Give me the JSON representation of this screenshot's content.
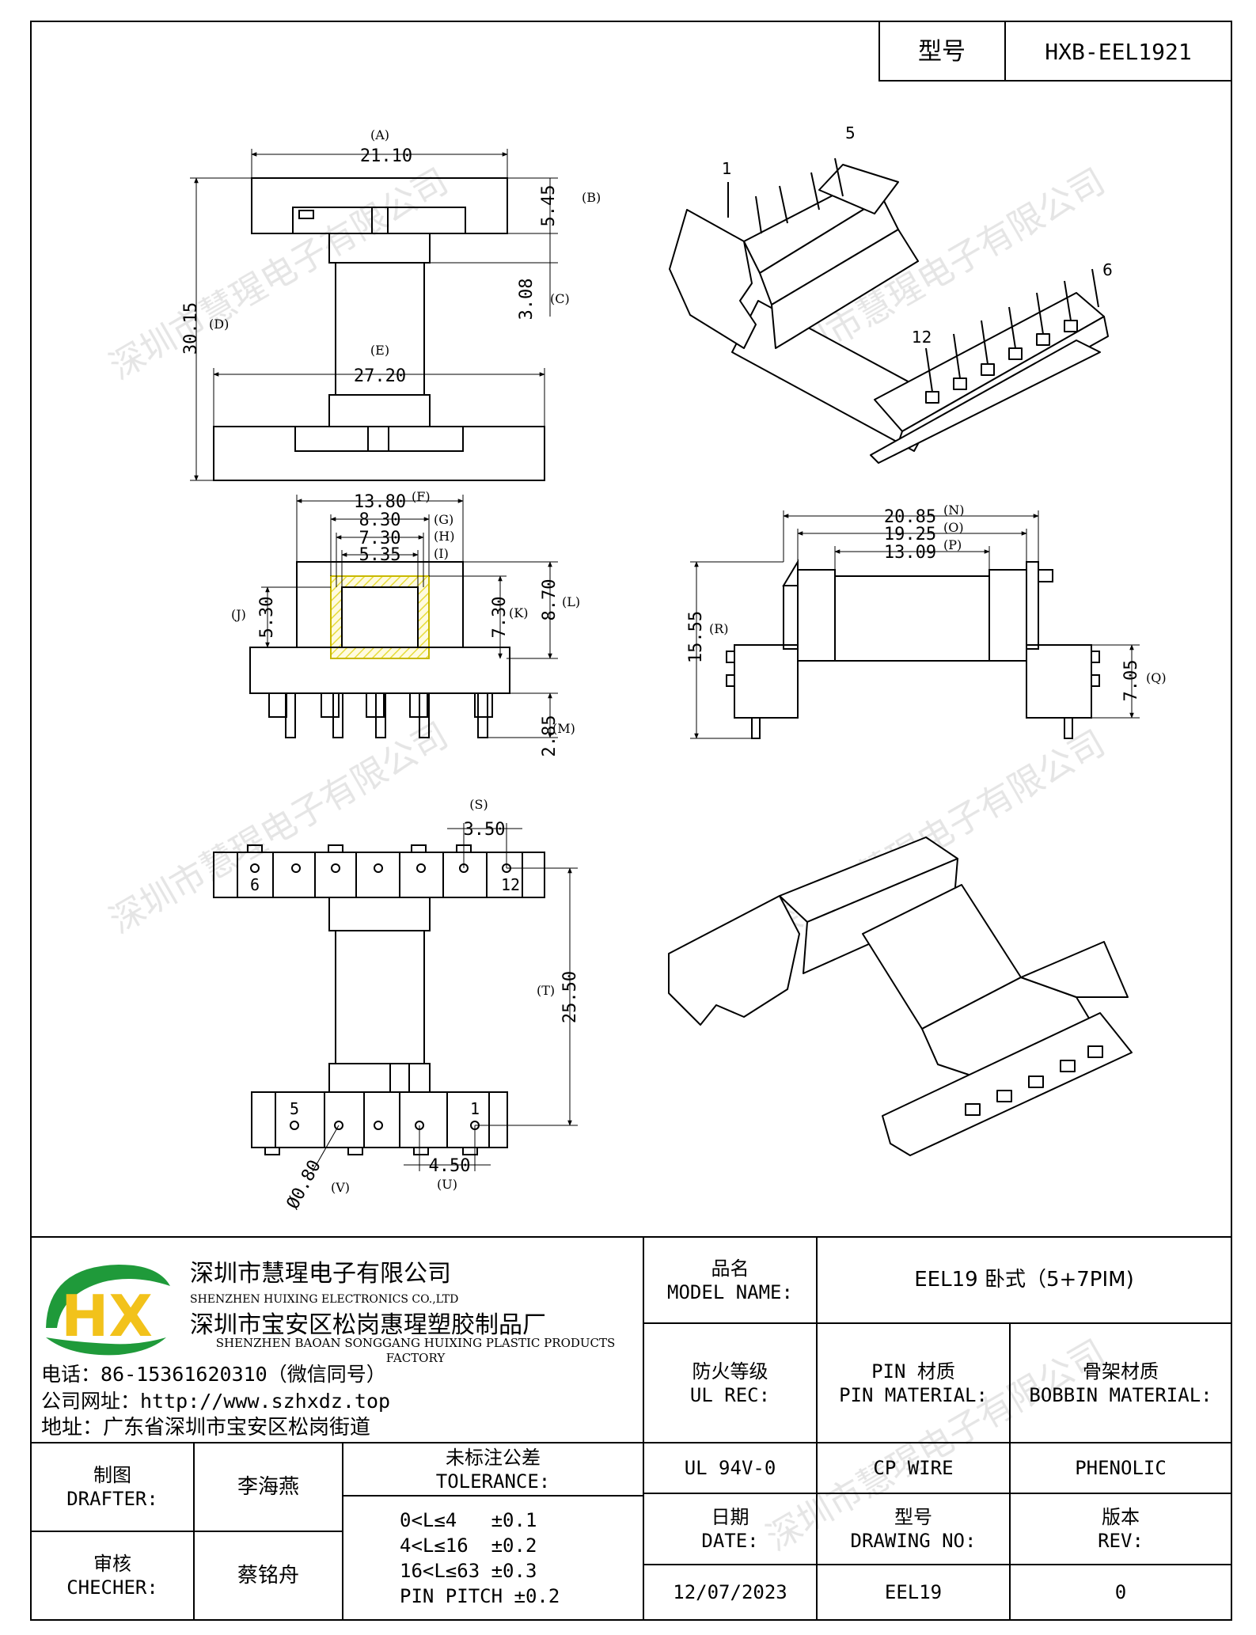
{
  "header": {
    "model_label": "型号",
    "model_value": "HXB-EEL1921"
  },
  "views": {
    "top": {
      "A": "(A)",
      "dim_A": "21.10",
      "B": "(B)",
      "dim_B": "5.45",
      "C": "(C)",
      "dim_C": "3.08",
      "D": "(D)",
      "dim_D": "30.15",
      "E": "(E)",
      "dim_E": "27.20"
    },
    "end": {
      "F": "(F)",
      "dim_F": "13.80",
      "G": "(G)",
      "dim_G": "8.30",
      "H": "(H)",
      "dim_H": "7.30",
      "I": "(I)",
      "dim_I": "5.35",
      "J": "(J)",
      "dim_J": "5.30",
      "K": "(K)",
      "dim_K": "7.30",
      "L": "(L)",
      "dim_L": "8.70",
      "M": "(M)",
      "dim_M": "2.85"
    },
    "side": {
      "N": "(N)",
      "dim_N": "20.85",
      "O": "(O)",
      "dim_O": "19.25",
      "P": "(P)",
      "dim_P": "13.09",
      "R": "(R)",
      "dim_R": "15.55",
      "Q": "(Q)",
      "dim_Q": "7.05"
    },
    "bottom": {
      "S": "(S)",
      "dim_S": "3.50",
      "T": "(T)",
      "dim_T": "25.50",
      "U": "(U)",
      "dim_U": "4.50",
      "V": "(V)",
      "dim_V": "Ø0.80",
      "pin6": "6",
      "pin12": "12",
      "pin5": "5",
      "pin1": "1"
    },
    "iso_top": {
      "pin1": "1",
      "pin5": "5",
      "pin6": "6",
      "pin12": "12"
    }
  },
  "watermark": "深圳市慧瑆电子有限公司",
  "company": {
    "logo_text": "HX",
    "name_cn": "深圳市慧瑆电子有限公司",
    "name_en": "SHENZHEN HUIXING ELECTRONICS CO.,LTD",
    "factory_cn": "深圳市宝安区松岗惠瑆塑胶制品厂",
    "factory_en": "SHENZHEN BAOAN SONGGANG HUIXING PLASTIC PRODUCTS FACTORY",
    "phone": "电话：86-15361620310（微信同号）",
    "website": "公司网址：http://www.szhxdz.top",
    "address": "地址：广东省深圳市宝安区松岗街道"
  },
  "titleblock": {
    "model_name_cn": "品名",
    "model_name_en": "MODEL NAME:",
    "model_name_value": "EEL19 卧式（5+7PIM)",
    "ul_cn": "防火等级",
    "ul_en": "UL REC:",
    "ul_value": "UL 94V-0",
    "pin_cn": "PIN 材质",
    "pin_en": "PIN MATERIAL:",
    "pin_value": "CP WIRE",
    "bobbin_cn": "骨架材质",
    "bobbin_en": "BOBBIN MATERIAL:",
    "bobbin_value": "PHENOLIC",
    "drafter_cn": "制图",
    "drafter_en": "DRAFTER:",
    "drafter_name": "李海燕",
    "checker_cn": "审核",
    "checker_en": "CHECHER:",
    "checker_name": "蔡铭舟",
    "tol_cn": "未标注公差",
    "tol_en": "TOLERANCE:",
    "tol_lines": [
      "0<L≤4   ±0.1",
      "4<L≤16  ±0.2",
      "16<L≤63 ±0.3",
      "PIN PITCH ±0.2"
    ],
    "date_cn": "日期",
    "date_en": "DATE:",
    "date_value": "12/07/2023",
    "dwg_cn": "型号",
    "dwg_en": "DRAWING NO:",
    "dwg_value": "EEL19",
    "rev_cn": "版本",
    "rev_en": "REV:",
    "rev_value": "0"
  }
}
